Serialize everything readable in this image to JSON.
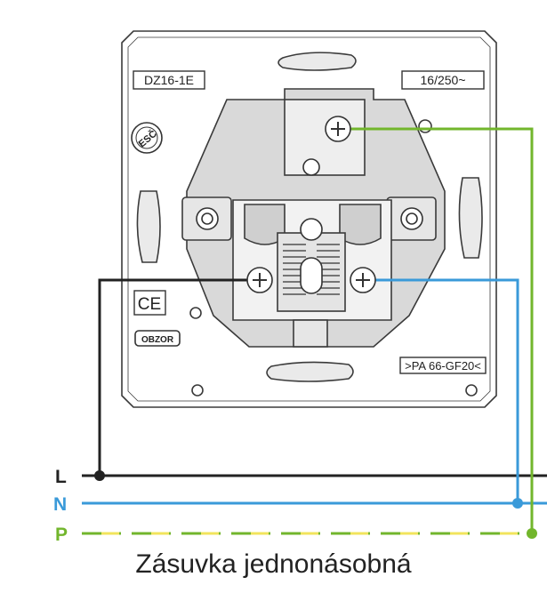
{
  "caption": "Zásuvka jednonásobná",
  "plate": {
    "model_label": "DZ16-1E",
    "rating_label": "16/250~",
    "material_label": ">PA 66-GF20<",
    "ce_mark": "CE",
    "approval_mark": "ESČ",
    "maker_mark": "OBZOR"
  },
  "wires": {
    "L": {
      "label": "L",
      "color": "#222222"
    },
    "N": {
      "label": "N",
      "color": "#3a9ad9"
    },
    "P": {
      "label": "P",
      "color": "#72b62c",
      "stripe_color": "#f2e45c"
    }
  }
}
